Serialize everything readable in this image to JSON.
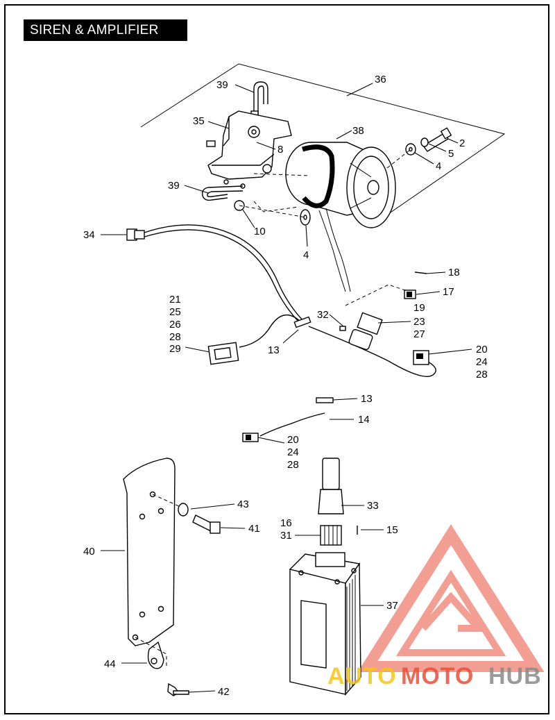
{
  "title": "SIREN & AMPLIFIER",
  "callouts": {
    "c36": "36",
    "c39a": "39",
    "c35": "35",
    "c38": "38",
    "c8": "8",
    "c2": "2",
    "c5": "5",
    "c4a": "4",
    "c39b": "39",
    "c10": "10",
    "c4b": "4",
    "c34": "34",
    "c18": "18",
    "c17": "17",
    "c19": "19",
    "c32": "32",
    "c23": "23",
    "c27": "27",
    "c21": "21",
    "c25": "25",
    "c26": "26",
    "c28a": "28",
    "c29": "29",
    "c13a": "13",
    "c20a": "20",
    "c24a": "24",
    "c28b": "28",
    "c13b": "13",
    "c14": "14",
    "c20b": "20",
    "c24b": "24",
    "c28c": "28",
    "c43": "43",
    "c41": "41",
    "c40": "40",
    "c33": "33",
    "c16": "16",
    "c31": "31",
    "c15": "15",
    "c37": "37",
    "c44": "44",
    "c42": "42"
  },
  "watermark": {
    "part1": "AUTO",
    "part2": "MOTO",
    "part3": "HUB",
    "color_auto": "#f5c518",
    "color_moto": "#e8503a",
    "color_hub": "#8a8a8a",
    "logo_color": "#e8503a"
  }
}
